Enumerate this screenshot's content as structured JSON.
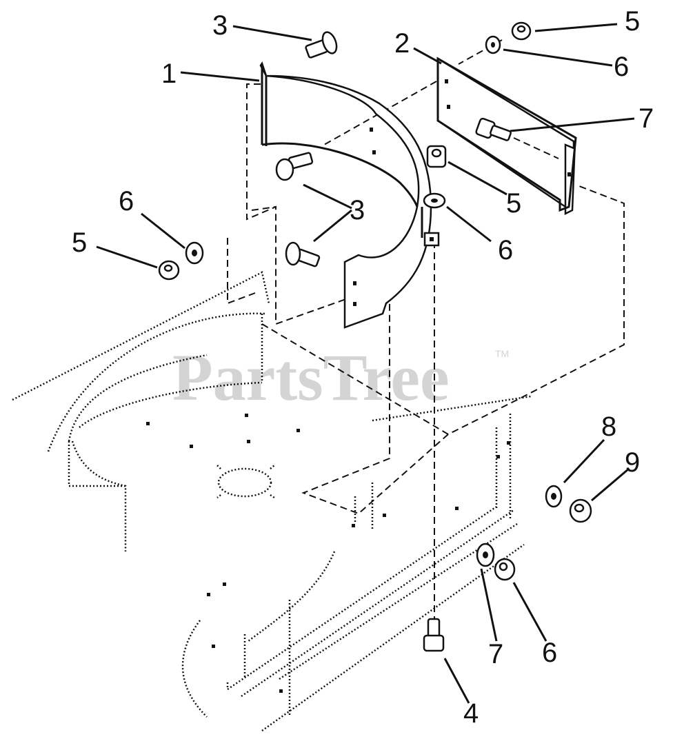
{
  "watermark": {
    "text": "PartsTree",
    "trademark": "TM"
  },
  "callouts": [
    {
      "id": "c1",
      "label": "1"
    },
    {
      "id": "c2",
      "label": "2"
    },
    {
      "id": "c3a",
      "label": "3"
    },
    {
      "id": "c3b",
      "label": "3"
    },
    {
      "id": "c4",
      "label": "4"
    },
    {
      "id": "c5a",
      "label": "5"
    },
    {
      "id": "c5b",
      "label": "5"
    },
    {
      "id": "c5c",
      "label": "5"
    },
    {
      "id": "c6a",
      "label": "6"
    },
    {
      "id": "c6b",
      "label": "6"
    },
    {
      "id": "c6c",
      "label": "6"
    },
    {
      "id": "c6d",
      "label": "6"
    },
    {
      "id": "c7a",
      "label": "7"
    },
    {
      "id": "c7b",
      "label": "7"
    },
    {
      "id": "c8",
      "label": "8"
    },
    {
      "id": "c9",
      "label": "9"
    }
  ]
}
